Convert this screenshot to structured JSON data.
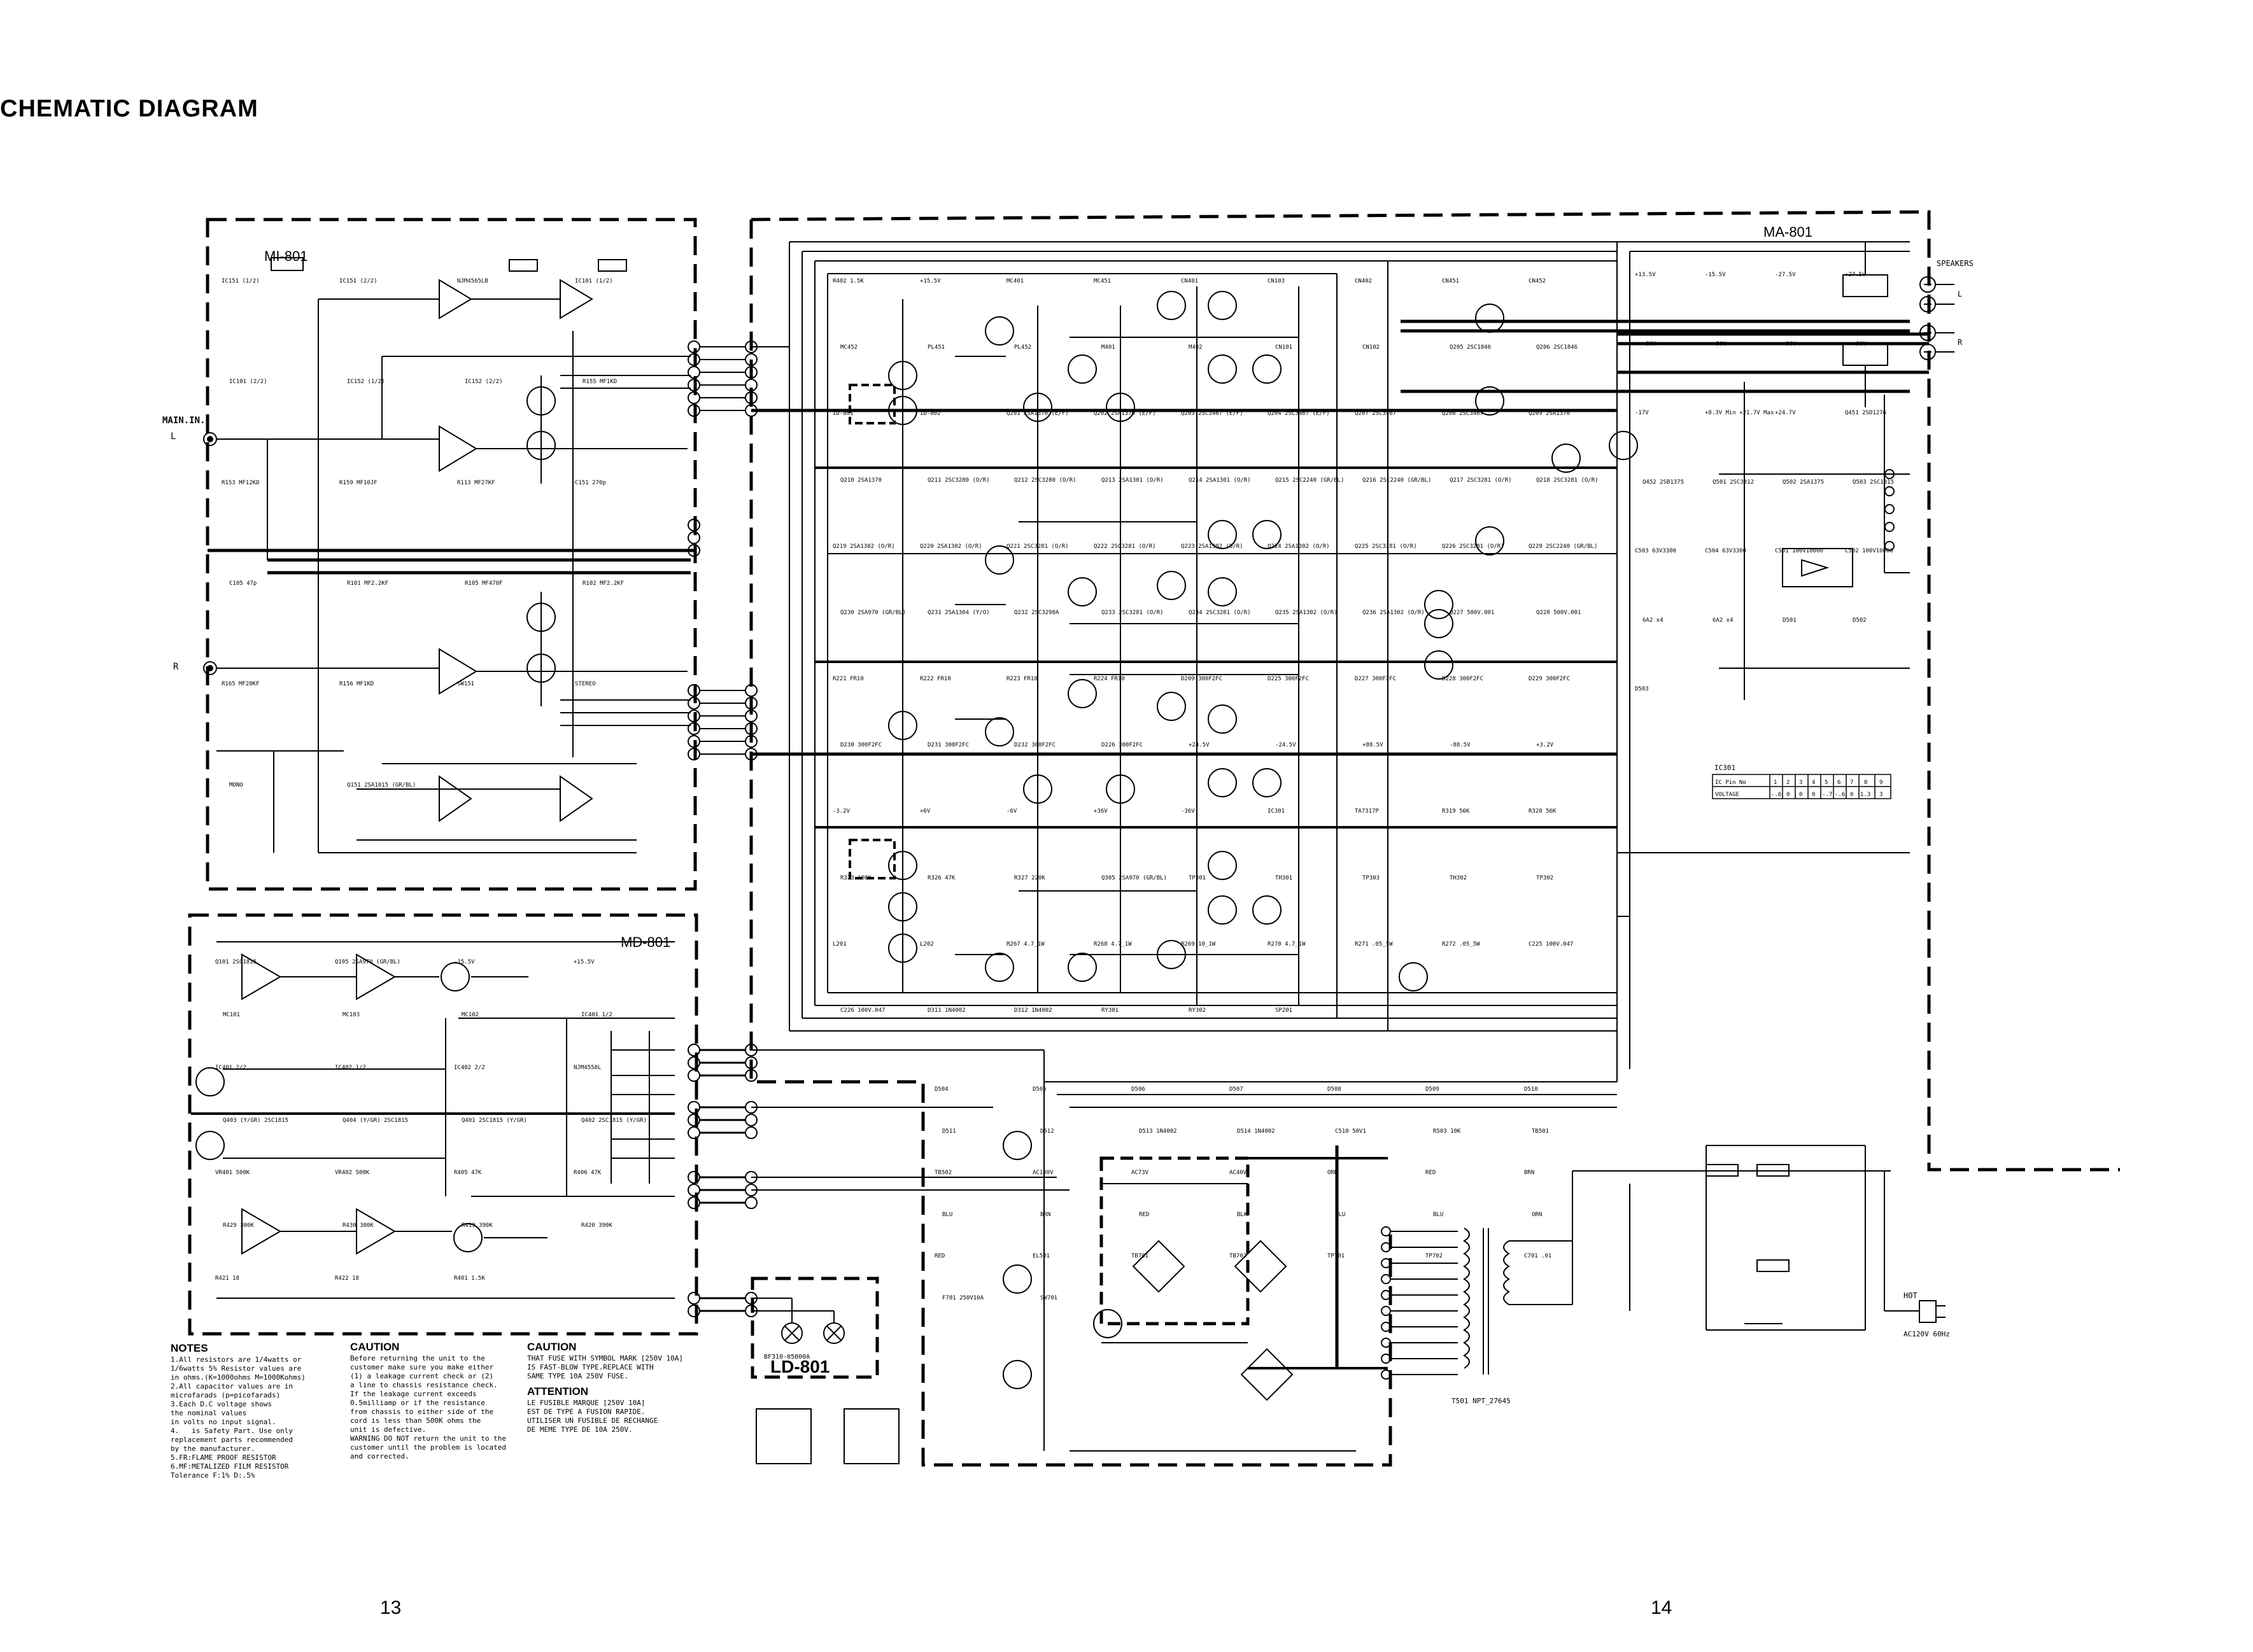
{
  "title": "CHEMATIC DIAGRAM",
  "page_numbers": {
    "left": "13",
    "right": "14"
  },
  "blocks": {
    "mi": "MI-801",
    "md": "MD-801",
    "ma": "MA-801",
    "ld": "LD-801"
  },
  "terminals": {
    "main_in": "MAIN.IN.",
    "l": "L",
    "r": "R",
    "speakers": "SPEAKERS",
    "hot": "HOT",
    "ac_in": "AC120V 60Hz"
  },
  "ic_table": {
    "caption": "IC301",
    "row1_label": "IC Pin No",
    "row1": [
      "1",
      "2",
      "3",
      "4",
      "5",
      "6",
      "7",
      "8",
      "9"
    ],
    "row2_label": "VOLTAGE",
    "row2": [
      "-.6",
      "0",
      "0",
      "0",
      "-.7",
      "-.6",
      "0",
      "1.3",
      "3"
    ]
  },
  "transformer": "T501 NPT_27645",
  "ld_part": "BF310-05000A",
  "notes": {
    "heading": "NOTES",
    "lines": [
      "1.All resistors are 1/4watts or",
      "1/6watts 5% Resistor values are",
      "in ohms.(K=1000ohms M=1000Kohms)",
      "2.All capacitor values are in",
      "microfarads (p=picofarads)",
      "3.Each D.C voltage shows",
      "the nominal values",
      "in volts no input signal.",
      "4.   is Safety Part. Use only",
      "replacement parts recommended",
      "by the manufacturer.",
      "5.FR:FLAME PROOF RESISTOR",
      "6.MF:METALIZED FILM RESISTOR",
      "Tolerance F:1% D:.5%"
    ]
  },
  "caution": {
    "heading": "CAUTION",
    "lines": [
      "Before returning the unit to the",
      "customer make sure you make either",
      "(1) a leakage current check or (2)",
      "a line to chassis resistance check.",
      "If the leakage current exceeds",
      "0.5milliamp or if the resistance",
      "from chassis to either side of the",
      "cord is less than 500K ohms the",
      "unit is defective.",
      "WARNING DO NOT return the unit to the",
      "customer until the problem is located",
      "and corrected."
    ]
  },
  "caution_fuse": {
    "heading": "CAUTION",
    "lines": [
      "THAT FUSE WITH SYMBOL MARK [250V 10A]",
      "IS FAST-BLOW TYPE.REPLACE WITH",
      "SAME TYPE 10A 250V FUSE."
    ]
  },
  "attention": {
    "heading": "ATTENTION",
    "lines": [
      "LE FUSIBLE MARQUE [250V 10A]",
      "EST DE TYPE A FUSION RAPIDE.",
      "UTILISER UN FUSIBLE DE RECHANGE",
      "DE MEME TYPE DE 10A 250V."
    ]
  },
  "labels": [
    "IC151 (1/2)",
    "IC151 (2/2)",
    "NJM4565LB",
    "IC101 (1/2)",
    "IC101 (2/2)",
    "IC152 (1/2)",
    "IC152 (2/2)",
    "R155 MF1KD",
    "R153 MF12KD",
    "R159 MF10JF",
    "R113 MF27KF",
    "C151 270p",
    "C105 47p",
    "R101 MF2.2KF",
    "R105 MF470F",
    "R102 MF2.2KF",
    "R165 MF20KF",
    "R156 MF1KD",
    "SW151",
    "STEREO",
    "MONO",
    "Q151 2SA1015 (GR/BL)",
    "Q101 2SC1815",
    "Q105 2SA970 (GR/BL)",
    "-15.5V",
    "+15.5V",
    "MC101",
    "MC103",
    "MC102",
    "IC401 1/2",
    "IC401 2/2",
    "IC402 1/2",
    "IC402 2/2",
    "NJM4558L",
    "Q403 (Y/GR) 2SC1815",
    "Q404 (Y/GR) 2SC1815",
    "Q401 2SC1815 (Y/GR)",
    "Q402 2SC1815 (Y/GR)",
    "VR401 500K",
    "VR402 500K",
    "R405 47K",
    "R406 47K",
    "R429 300K",
    "R430 300K",
    "R419 390K",
    "R420 390K",
    "R421 18",
    "R422 18",
    "R401 1.5K",
    "R402 1.5K",
    "+15.5V",
    "MC401",
    "MC451",
    "CN401",
    "CN103",
    "CN402",
    "CN451",
    "CN452",
    "MC452",
    "PL451",
    "PL452",
    "M401",
    "M402",
    "CN101",
    "CN102",
    "Q205 2SC1846",
    "Q206 2SC1846",
    "ID-801",
    "ID-802",
    "Q201 2SA1370 (E/F)",
    "Q202 2SA1370 (E/F)",
    "Q203 2SC3467 (E/F)",
    "Q204 2SC3467 (E/F)",
    "Q207 2SC3467",
    "Q208 2SC3467",
    "Q209 2SA1370",
    "Q210 2SA1370",
    "Q211 2SC3280 (O/R)",
    "Q212 2SC3280 (O/R)",
    "Q213 2SA1301 (O/R)",
    "Q214 2SA1301 (O/R)",
    "Q215 2SC2240 (GR/BL)",
    "Q216 2SC2240 (GR/BL)",
    "Q217 2SC3281 (O/R)",
    "Q218 2SC3281 (O/R)",
    "Q219 2SA1302 (O/R)",
    "Q220 2SA1302 (O/R)",
    "Q221 2SC3281 (O/R)",
    "Q222 2SC3281 (O/R)",
    "Q223 2SA1302 (O/R)",
    "Q224 2SA1302 (O/R)",
    "Q225 2SC3281 (O/R)",
    "Q226 2SC3281 (O/R)",
    "Q229 2SC2240 (GR/BL)",
    "Q230 2SA970 (GR/BL)",
    "Q231 2SA1304 (Y/O)",
    "Q232 2SC3298A",
    "Q233 2SC3281 (O/R)",
    "Q234 2SC3281 (O/R)",
    "Q235 2SA1302 (O/R)",
    "Q236 2SA1302 (O/R)",
    "Q227 500V.001",
    "Q228 500V.001",
    "R221 FR10",
    "R222 FR10",
    "R223 FR10",
    "R224 FR10",
    "D209 300F2FC",
    "D225 300F2FC",
    "D227 300F2FC",
    "D228 300F2FC",
    "D229 300F2FC",
    "D230 300F2FC",
    "D231 300F2FC",
    "D232 300F2FC",
    "D226 300F2FC",
    "+24.5V",
    "-24.5V",
    "+88.5V",
    "-88.5V",
    "+3.2V",
    "-3.2V",
    "+6V",
    "-6V",
    "+36V",
    "-36V",
    "IC301",
    "TA7317P",
    "R319 56K",
    "R320 56K",
    "R323 100K",
    "R326 47K",
    "R327 220K",
    "Q305 2SA970 (GR/BL)",
    "TP301",
    "TH301",
    "TP303",
    "TH302",
    "TP302",
    "L201",
    "L202",
    "R267 4.7_1W",
    "R268 4.7_1W",
    "R269 10_1W",
    "R270 4.7_1W",
    "R271 .05_5W",
    "R272 .05_5W",
    "C225 100V.047",
    "C226 100V.047",
    "D311 1N4002",
    "D312 1N4002",
    "RY301",
    "RY302",
    "SP201",
    "+13.5V",
    "-15.5V",
    "-27.5V",
    "+27.5V",
    "-50V",
    "+50V",
    "-90V",
    "+90V",
    "-17V",
    "+8.3V Min +21.7V Max",
    "+24.7V",
    "Q451 2SD1276",
    "Q452 2SB1375",
    "Q501 2SC3312",
    "Q502 2SA1375",
    "Q503 2SC1815",
    "C503 63V3300",
    "C504 63V3300",
    "C501 100V10000",
    "C502 100V10000",
    "6A2 x4",
    "6A2 x4",
    "D501",
    "D502",
    "D503",
    "D504",
    "D505",
    "D506",
    "D507",
    "D508",
    "D509",
    "D510",
    "D511",
    "D512",
    "D513 1N4002",
    "D514 1N4002",
    "C510 50V1",
    "R503 10K",
    "TB501",
    "TB502",
    "AC130V",
    "AC73V",
    "AC40V",
    "ORN",
    "RED",
    "BRN",
    "BLU",
    "BRN",
    "RED",
    "BLK",
    "BLU",
    "BLU",
    "ORN",
    "RED",
    "EL501",
    "TB701",
    "TB702",
    "TP701",
    "TP702",
    "C701 .01",
    "F701 250V10A",
    "SW701"
  ]
}
